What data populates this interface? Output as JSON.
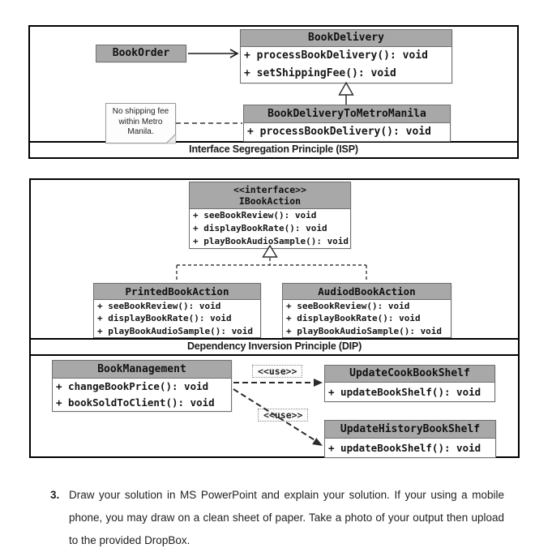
{
  "isp": {
    "caption": "Interface Segregation Principle (ISP)",
    "book_order": {
      "title": "BookOrder"
    },
    "book_delivery": {
      "title": "BookDelivery",
      "methods": [
        "+ processBookDelivery(): void",
        "+ setShippingFee(): void"
      ]
    },
    "book_delivery_metro_manila": {
      "title": "BookDeliveryToMetroManila",
      "methods": [
        "+ processBookDelivery(): void"
      ]
    },
    "note_lines": [
      "No shipping fee",
      "within Metro",
      "Manila."
    ]
  },
  "dip": {
    "caption": "Dependency Inversion Principle (DIP)",
    "interface": {
      "stereotype": "<<interface>>",
      "title": "IBookAction",
      "methods": [
        "+ seeBookReview(): void",
        "+ displayBookRate(): void",
        "+ playBookAudioSample(): void"
      ]
    },
    "printed_book_action": {
      "title": "PrintedBookAction",
      "methods": [
        "+ seeBookReview(): void",
        "+ displayBookRate(): void",
        "+ playBookAudioSample(): void"
      ]
    },
    "audiod_book_action": {
      "title": "AudiodBookAction",
      "methods": [
        "+ seeBookReview(): void",
        "+ displayBookRate(): void",
        "+ playBookAudioSample(): void"
      ]
    }
  },
  "usage": {
    "book_management": {
      "title": "BookManagement",
      "methods": [
        "+ changeBookPrice(): void",
        "+ bookSoldToClient(): void"
      ]
    },
    "update_cook_book_shelf": {
      "title": "UpdateCookBookShelf",
      "methods": [
        "+ updateBookShelf(): void"
      ]
    },
    "update_history_book_shelf": {
      "title": "UpdateHistoryBookShelf",
      "methods": [
        "+ updateBookShelf(): void"
      ]
    },
    "use_label_1": "<<use>>",
    "use_label_2": "<<use>>"
  },
  "instruction": {
    "number": "3.",
    "lines": [
      "Draw your solution in MS PowerPoint and explain your solution. If your using a mobile",
      "phone, you may draw on a clean sheet of paper. Take a photo of your output then upload",
      "to the provided DropBox."
    ]
  },
  "colors": {
    "class_header_gray": "#a8a8a8",
    "class_border_gray": "#6f6f6f",
    "frame_border": "#000000",
    "page_background": "#ffffff"
  }
}
